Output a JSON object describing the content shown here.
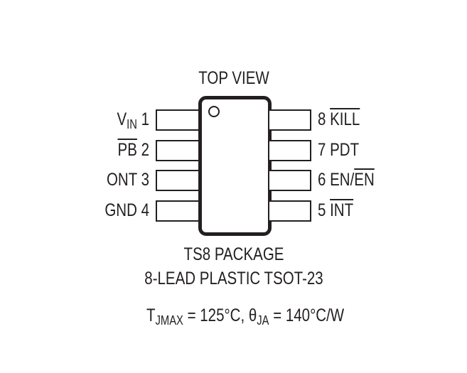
{
  "diagram": {
    "title": "TOP VIEW",
    "package_name": "TS8 PACKAGE",
    "package_desc": "8-LEAD PLASTIC TSOT-23",
    "thermal": {
      "tjmax_symbol": "T",
      "tjmax_sub": "JMAX",
      "tjmax_value": " = 125°C, ",
      "theta_symbol": "θ",
      "theta_sub": "JA",
      "theta_value": " = 140°C/W"
    },
    "pins_left": [
      {
        "number": "1",
        "name": "V",
        "sub": "IN",
        "overline": false
      },
      {
        "number": "2",
        "name": "PB",
        "overline": true
      },
      {
        "number": "3",
        "name": "ONT",
        "overline": false
      },
      {
        "number": "4",
        "name": "GND",
        "overline": false
      }
    ],
    "pins_right": [
      {
        "number": "8",
        "name": "KILL",
        "overline": true
      },
      {
        "number": "7",
        "name": "PDT",
        "overline": false
      },
      {
        "number": "6",
        "name_a": "EN/",
        "name_b": "EN",
        "overline_b": true
      },
      {
        "number": "5",
        "name": "INT",
        "overline": true
      }
    ],
    "colors": {
      "ink": "#231f20",
      "background": "#ffffff"
    }
  }
}
